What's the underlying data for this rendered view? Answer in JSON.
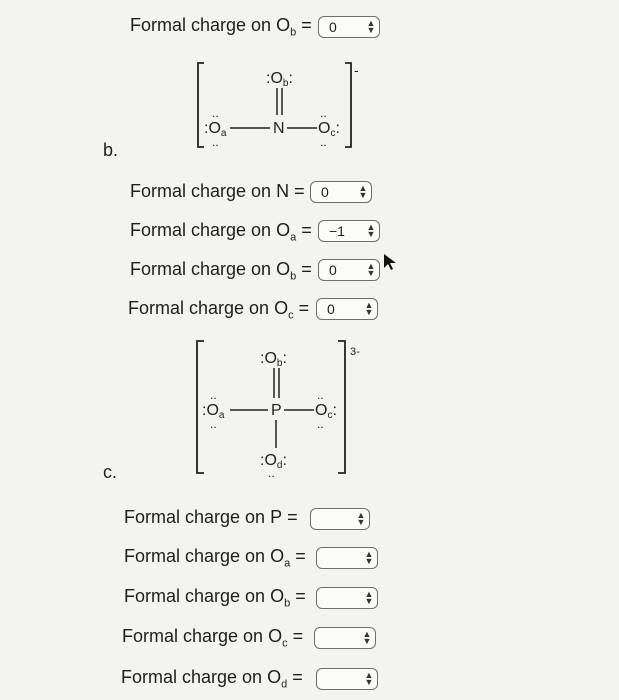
{
  "b": {
    "top_label": {
      "prefix": "Formal charge on O",
      "sub": "b",
      "eq": " =",
      "value": "0"
    },
    "letter": "b.",
    "structure": {
      "center": "N",
      "o_a": "O",
      "o_a_sub": "a",
      "o_b": "O",
      "o_b_sub": "b",
      "o_c": "O",
      "o_c_sub": "c",
      "charge": "-"
    },
    "rows": [
      {
        "prefix": "Formal charge on N",
        "sub": "",
        "eq": " =",
        "value": "0"
      },
      {
        "prefix": "Formal charge on O",
        "sub": "a",
        "eq": " =",
        "value": "−1"
      },
      {
        "prefix": "Formal charge on O",
        "sub": "b",
        "eq": " =",
        "value": "0"
      },
      {
        "prefix": "Formal charge on O",
        "sub": "c",
        "eq": " =",
        "value": "0"
      }
    ]
  },
  "c": {
    "letter": "c.",
    "structure": {
      "center": "P",
      "o_a": "O",
      "o_a_sub": "a",
      "o_b": "O",
      "o_b_sub": "b",
      "o_c": "O",
      "o_c_sub": "c",
      "o_d": "O",
      "o_d_sub": "d",
      "charge": "3-"
    },
    "rows": [
      {
        "prefix": "Formal charge on P",
        "sub": "",
        "eq": " =",
        "value": ""
      },
      {
        "prefix": "Formal charge on O",
        "sub": "a",
        "eq": " =",
        "value": ""
      },
      {
        "prefix": "Formal charge on O",
        "sub": "b",
        "eq": " =",
        "value": ""
      },
      {
        "prefix": "Formal charge on O",
        "sub": "c",
        "eq": " =",
        "value": ""
      },
      {
        "prefix": "Formal charge on O",
        "sub": "d",
        "eq": " =",
        "value": ""
      }
    ]
  },
  "icons": {
    "select_arrows": "updown-arrows-icon",
    "cursor": "mouse-pointer-icon"
  }
}
